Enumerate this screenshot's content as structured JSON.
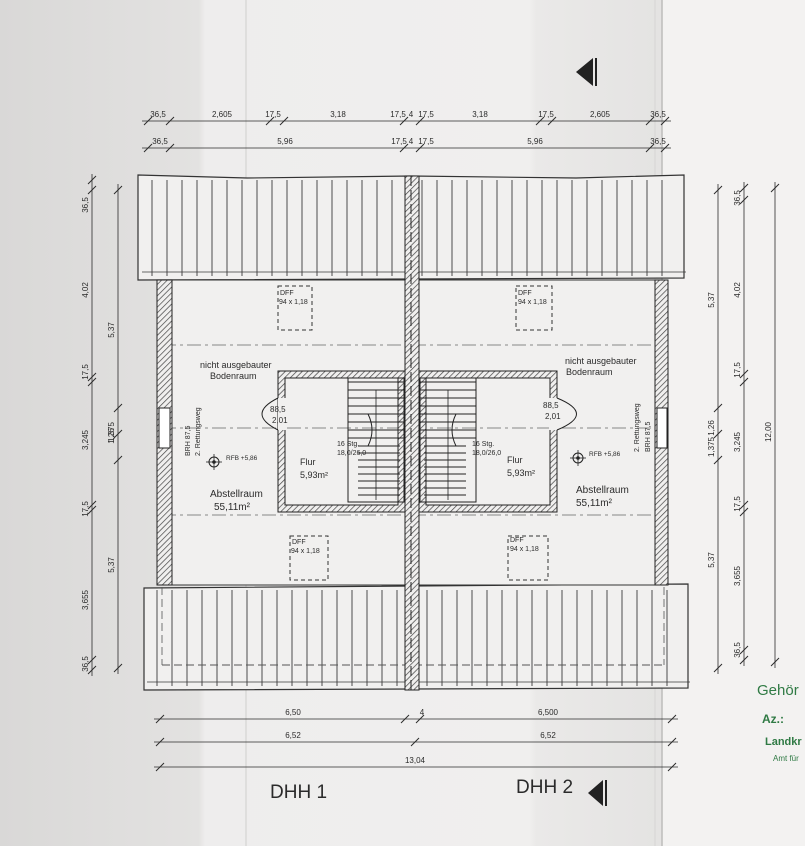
{
  "dimensions": {
    "top_row1": [
      "36,5",
      "2,605",
      "17,5",
      "3,18",
      "17,5",
      "4",
      "17,5",
      "3,18",
      "17,5",
      "2,605",
      "36,5"
    ],
    "top_row2": [
      "36,5",
      "5,96",
      "17,5",
      "4",
      "17,5",
      "5,96",
      "36,5"
    ],
    "left_outer": [
      "36,5",
      "4,02",
      "17,5",
      "3,245",
      "17,5",
      "3,655",
      "36,5"
    ],
    "left_inner": [
      "5,37",
      "1,26",
      "1,375",
      "5,37"
    ],
    "right_inner": [
      "5,37",
      "1,26",
      "1,375",
      "5,37"
    ],
    "right_outer": [
      "36,5",
      "4,02",
      "17,5",
      "3,245",
      "17,5",
      "3,655",
      "36,5"
    ],
    "right_total": "12,00",
    "bottom_row1": [
      "6,50",
      "4",
      "6,500"
    ],
    "bottom_row2": [
      "6,52",
      "6,52"
    ],
    "bottom_total": "13,04"
  },
  "rooms": {
    "left": {
      "attic_label_1": "nicht ausgebauter",
      "attic_label_2": "Bodenraum",
      "storage_name": "Abstellraum",
      "storage_area": "55,11m²",
      "hall_name": "Flur",
      "hall_area": "5,93m²",
      "stairs_1": "16 Stg.",
      "stairs_2": "18,0/26,0",
      "door_1": "88,5",
      "door_2": "2,01",
      "escape_1": "2. Rettungsweg",
      "escape_2": "BRH 87,5",
      "rfb": "RFB +5,86",
      "skylight_top_1": "DFF",
      "skylight_top_2": "94 x 1,18",
      "skylight_bottom_1": "DFF",
      "skylight_bottom_2": "94 x 1,18"
    },
    "right": {
      "attic_label_1": "nicht ausgebauter",
      "attic_label_2": "Bodenraum",
      "storage_name": "Abstellraum",
      "storage_area": "55,11m²",
      "hall_name": "Flur",
      "hall_area": "5,93m²",
      "stairs_1": "16 Stg.",
      "stairs_2": "18,0/26,0",
      "door_1": "88,5",
      "door_2": "2,01",
      "escape_1": "2. Rettungsweg",
      "escape_2": "BRH 87,5",
      "rfb": "RFB +5,86",
      "skylight_top_1": "DFF",
      "skylight_top_2": "94 x 1,18",
      "skylight_bottom_1": "DFF",
      "skylight_bottom_2": "94 x 1,18"
    }
  },
  "labels": {
    "dhh1": "DHH 1",
    "dhh2": "DHH 2"
  },
  "stamp": {
    "title": "Gehör",
    "az": "Az.:",
    "line1": "Landkr",
    "line2": "Amt für"
  },
  "colors": {
    "ink": "#2b2b2b",
    "paper": "#ecebea",
    "stamp": "#2f7a44"
  }
}
